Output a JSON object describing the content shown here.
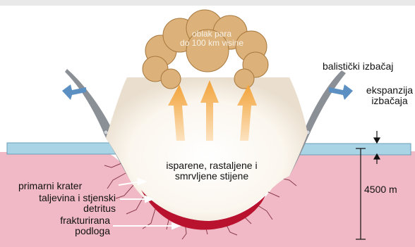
{
  "labels": {
    "cloud_line1": "oblak para",
    "cloud_line2": "do 100 km visine",
    "ballistic": "balistički izbačaj",
    "expansion_line1": "ekspanzija",
    "expansion_line2": "izbačaja",
    "vapor_line1": "isparene, rastaljene i",
    "vapor_line2": "smrvljene stijene",
    "primary_crater": "primarni krater",
    "melt_line1": "taljevina i stjenski",
    "melt_line2": "detritus",
    "fractured_line1": "frakturirana",
    "fractured_line2": "podloga",
    "depth": "4500 m"
  },
  "colors": {
    "sky": "#ffffff",
    "bedrock": "#f0b9c5",
    "water": "#a9d4e6",
    "cloud": "#dcb27a",
    "melt": "#b8122f",
    "arrow_orange": "#f2a33a",
    "arrow_blue": "#5c8fc2"
  }
}
